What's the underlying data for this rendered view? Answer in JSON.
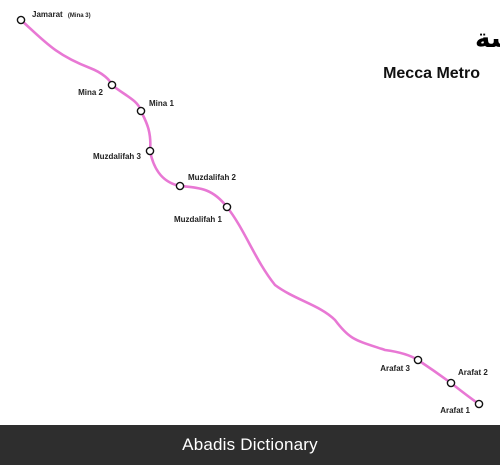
{
  "title": {
    "arabic": "قطار المشاعر المقدسة",
    "english": "Mecca Metro"
  },
  "line_color": "#e878d4",
  "stations": [
    {
      "id": "jamarat",
      "name": "Jamarat",
      "note": "(Mina 3)"
    },
    {
      "id": "mina2",
      "name": "Mina 2"
    },
    {
      "id": "mina1",
      "name": "Mina 1"
    },
    {
      "id": "muzdalifah3",
      "name": "Muzdalifah 3"
    },
    {
      "id": "muzdalifah2",
      "name": "Muzdalifah 2"
    },
    {
      "id": "muzdalifah1",
      "name": "Muzdalifah 1"
    },
    {
      "id": "arafat3",
      "name": "Arafat 3"
    },
    {
      "id": "arafat2",
      "name": "Arafat 2"
    },
    {
      "id": "arafat1",
      "name": "Arafat 1"
    }
  ],
  "footer": {
    "text": "Abadis Dictionary"
  }
}
